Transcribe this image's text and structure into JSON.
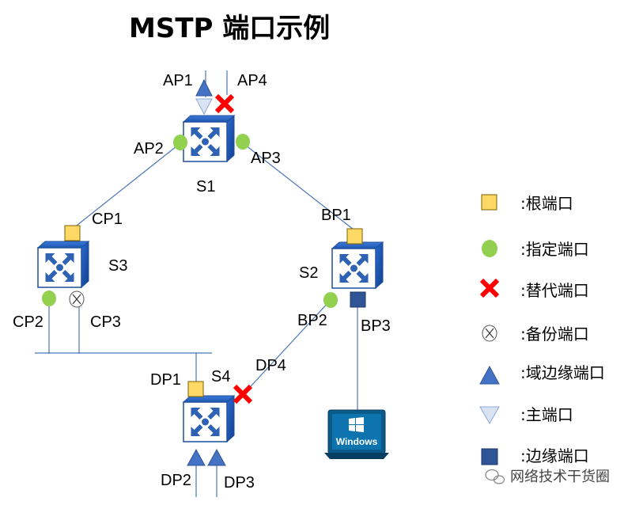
{
  "title": "MSTP 端口示例",
  "switches": {
    "s1": "S1",
    "s2": "S2",
    "s3": "S3",
    "s4": "S4"
  },
  "ports": {
    "ap1": "AP1",
    "ap2": "AP2",
    "ap3": "AP3",
    "ap4": "AP4",
    "bp1": "BP1",
    "bp2": "BP2",
    "bp3": "BP3",
    "cp1": "CP1",
    "cp2": "CP2",
    "cp3": "CP3",
    "dp1": "DP1",
    "dp2": "DP2",
    "dp3": "DP3",
    "dp4": "DP4"
  },
  "pc_label": "Windows",
  "legend": {
    "root_port": ":根端口",
    "designated_port": ":指定端口",
    "alternate_port": ":替代端口",
    "backup_port": ":备份端口",
    "region_edge_port": ":域边缘端口",
    "master_port": ":主端口",
    "edge_port": ":边缘端口"
  },
  "watermark": "网络技术干货圈",
  "colors": {
    "root": "#ffd966",
    "designated": "#92d050",
    "alternate": "#ff0000",
    "region_edge": "#4472c4",
    "master": "#dae3f3",
    "edge": "#2f5597",
    "link": "#4a76b8",
    "switch_face": "#ffffff",
    "switch_side": "#1f4e9a",
    "switch_icon": "#2e62b5"
  }
}
